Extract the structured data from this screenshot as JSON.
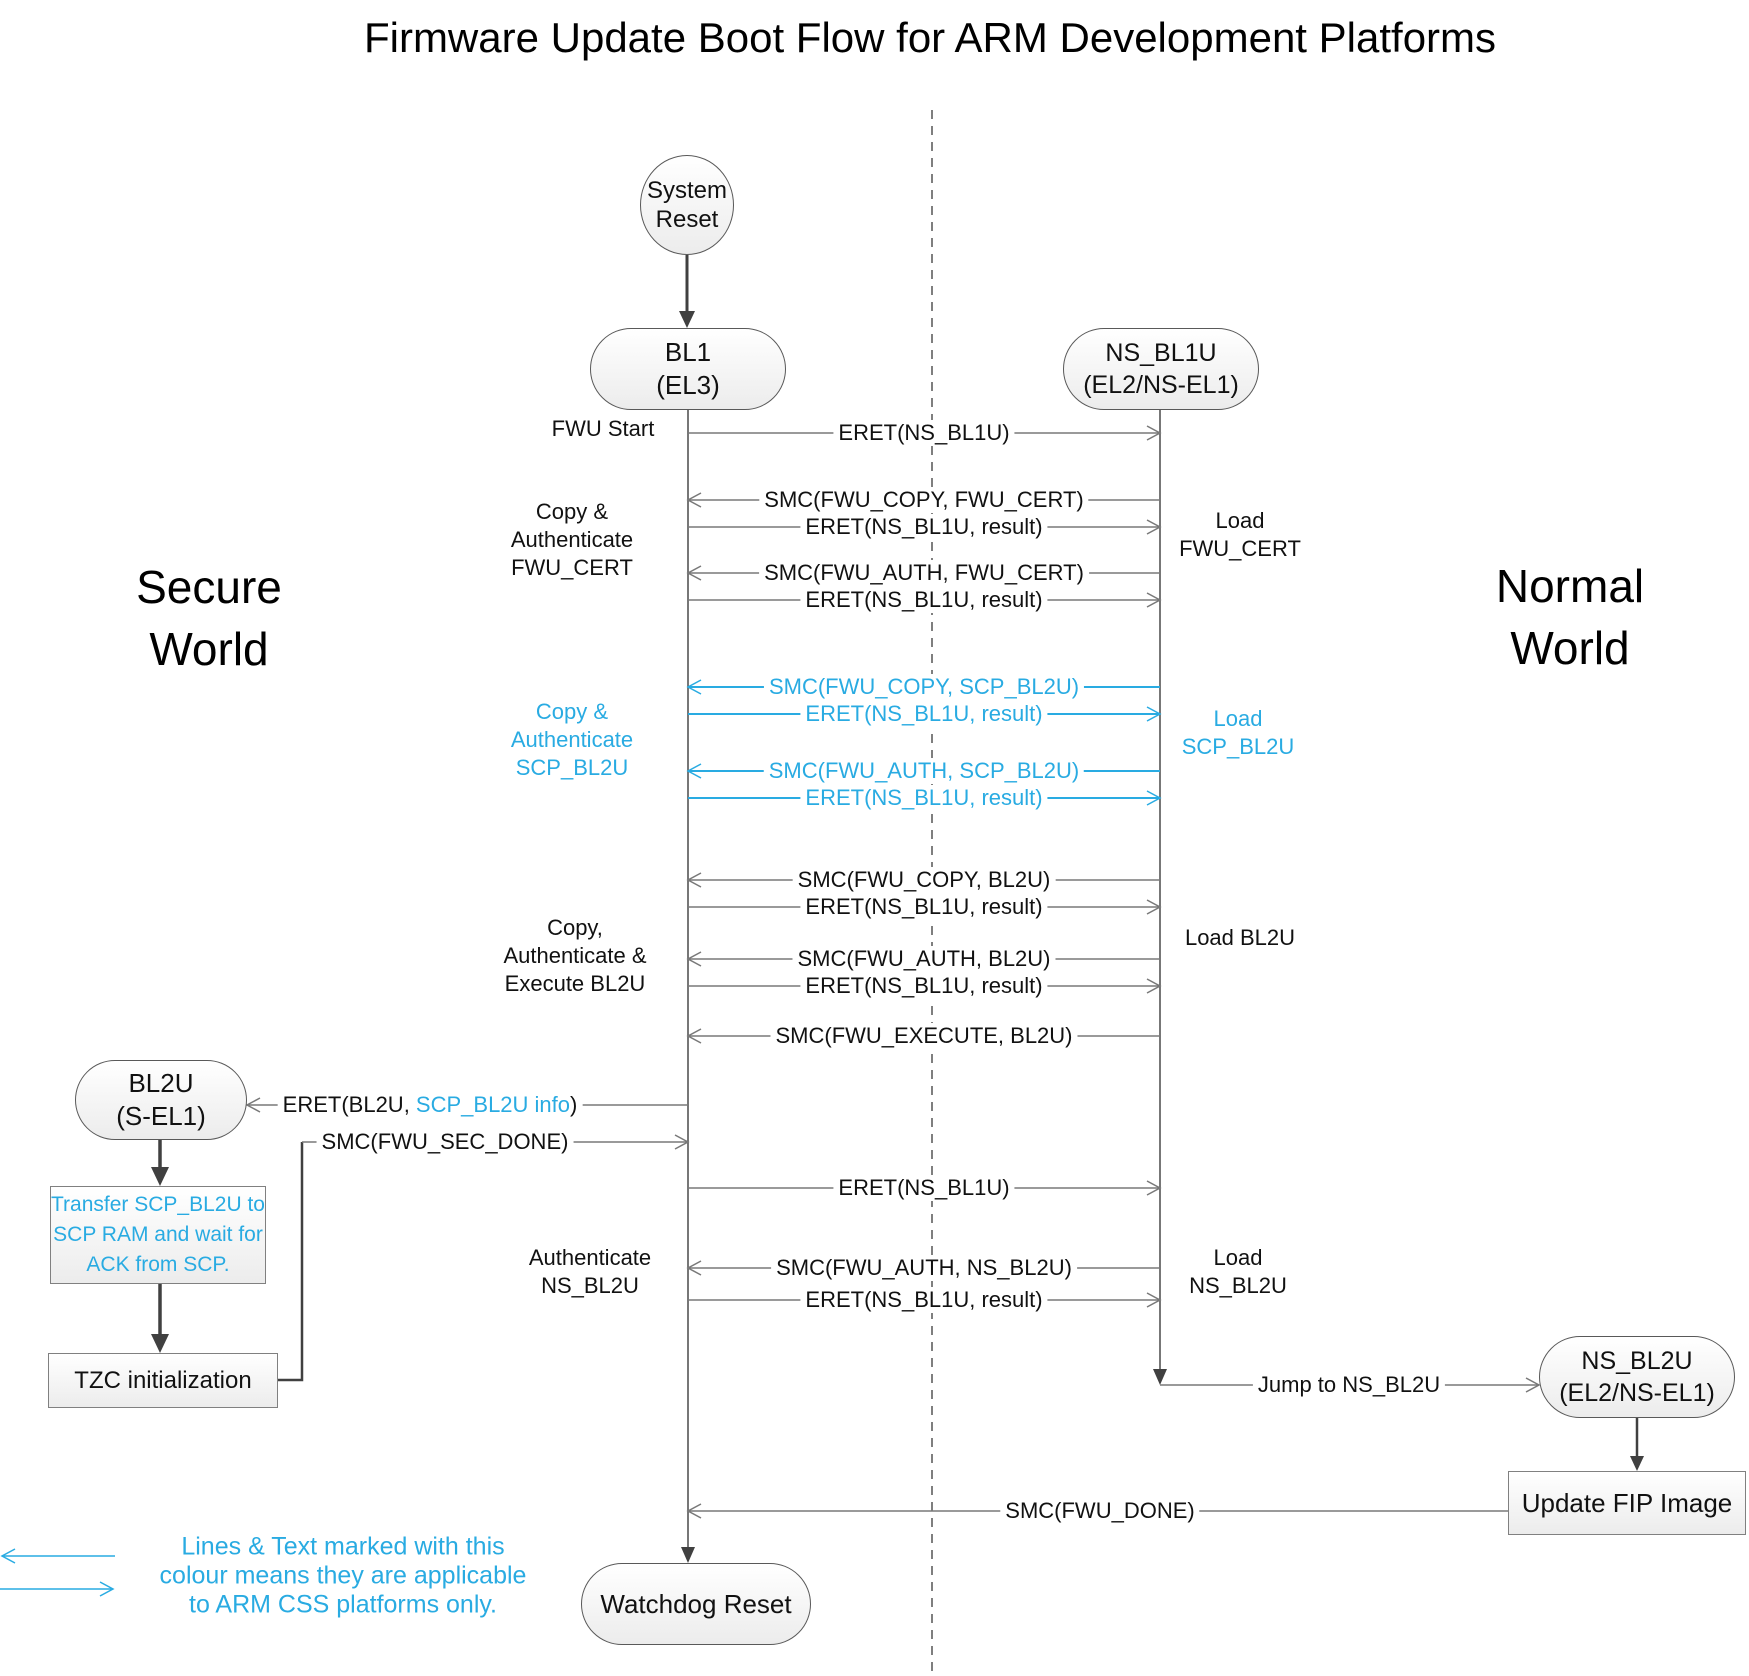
{
  "title": "Firmware Update Boot Flow for ARM Development Platforms",
  "worlds": {
    "secure": "Secure\nWorld",
    "normal": "Normal\nWorld"
  },
  "nodes": {
    "system_reset": "System\nReset",
    "bl1": "BL1\n(EL3)",
    "ns_bl1u": "NS_BL1U\n(EL2/NS-EL1)",
    "bl2u": "BL2U\n(S-EL1)",
    "ns_bl2u": "NS_BL2U\n(EL2/NS-EL1)",
    "watchdog_reset": "Watchdog Reset",
    "transfer_scp": "Transfer SCP_BL2U to\nSCP RAM and wait for\nACK from SCP.",
    "tzc_init": "TZC initialization",
    "update_fip": "Update FIP Image"
  },
  "messages": [
    {
      "label": "ERET(NS_BL1U)",
      "direction": "right",
      "css_only": false
    },
    {
      "label": "SMC(FWU_COPY, FWU_CERT)",
      "direction": "left",
      "css_only": false
    },
    {
      "label": "ERET(NS_BL1U, result)",
      "direction": "right",
      "css_only": false
    },
    {
      "label": "SMC(FWU_AUTH, FWU_CERT)",
      "direction": "left",
      "css_only": false
    },
    {
      "label": "ERET(NS_BL1U, result)",
      "direction": "right",
      "css_only": false
    },
    {
      "label": "SMC(FWU_COPY, SCP_BL2U)",
      "direction": "left",
      "css_only": true
    },
    {
      "label": "ERET(NS_BL1U, result)",
      "direction": "right",
      "css_only": true
    },
    {
      "label": "SMC(FWU_AUTH, SCP_BL2U)",
      "direction": "left",
      "css_only": true
    },
    {
      "label": "ERET(NS_BL1U, result)",
      "direction": "right",
      "css_only": true
    },
    {
      "label": "SMC(FWU_COPY, BL2U)",
      "direction": "left",
      "css_only": false
    },
    {
      "label": "ERET(NS_BL1U, result)",
      "direction": "right",
      "css_only": false
    },
    {
      "label": "SMC(FWU_AUTH, BL2U)",
      "direction": "left",
      "css_only": false
    },
    {
      "label": "ERET(NS_BL1U, result)",
      "direction": "right",
      "css_only": false
    },
    {
      "label": "SMC(FWU_EXECUTE, BL2U)",
      "direction": "left",
      "css_only": false
    },
    {
      "label": "SMC(FWU_SEC_DONE)",
      "direction": "right",
      "css_only": false
    },
    {
      "label": "ERET(NS_BL1U)",
      "direction": "right",
      "css_only": false
    },
    {
      "label": "SMC(FWU_AUTH, NS_BL2U)",
      "direction": "left",
      "css_only": false
    },
    {
      "label": "ERET(NS_BL1U, result)",
      "direction": "right",
      "css_only": false
    },
    {
      "label": "Jump to NS_BL2U",
      "direction": "right",
      "css_only": false
    },
    {
      "label": "SMC(FWU_DONE)",
      "direction": "left",
      "css_only": false
    }
  ],
  "eret_bl2u": {
    "prefix": "ERET(BL2U, ",
    "highlight": "SCP_BL2U info",
    "suffix": ")"
  },
  "activities": [
    {
      "label": "FWU Start",
      "side": "left",
      "css_only": false
    },
    {
      "label": "Copy &\nAuthenticate\nFWU_CERT",
      "side": "left",
      "css_only": false
    },
    {
      "label": "Copy &\nAuthenticate\nSCP_BL2U",
      "side": "left",
      "css_only": true
    },
    {
      "label": "Copy,\nAuthenticate &\nExecute BL2U",
      "side": "left",
      "css_only": false
    },
    {
      "label": "Authenticate\nNS_BL2U",
      "side": "left",
      "css_only": false
    },
    {
      "label": "Load\nFWU_CERT",
      "side": "right",
      "css_only": false
    },
    {
      "label": "Load\nSCP_BL2U",
      "side": "right",
      "css_only": true
    },
    {
      "label": "Load BL2U",
      "side": "right",
      "css_only": false
    },
    {
      "label": "Load\nNS_BL2U",
      "side": "right",
      "css_only": false
    }
  ],
  "legend": {
    "note": "Lines & Text marked with this\ncolour means they are applicable\nto ARM CSS platforms only."
  },
  "colors": {
    "css_blue": "#29ABE2",
    "line_gray": "#787878",
    "arrow_dark": "#404040"
  }
}
